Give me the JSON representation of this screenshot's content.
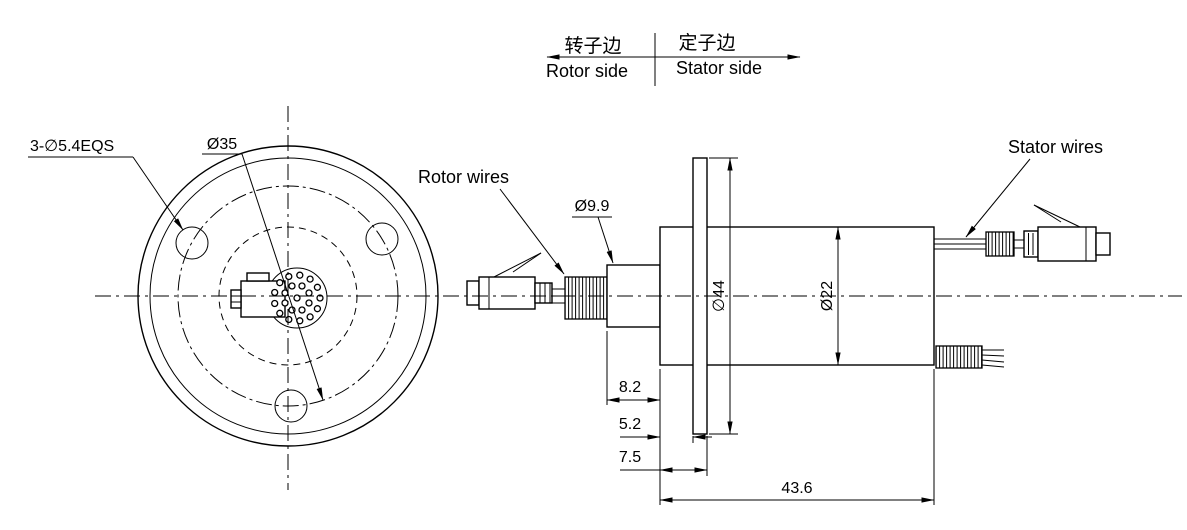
{
  "colors": {
    "line": "#000000",
    "background": "#ffffff"
  },
  "front_view": {
    "holes_label": "3-∅5.4EQS",
    "bolt_circle_diameter": "Ø35"
  },
  "orientation_header": {
    "rotor_cn": "转子边",
    "stator_cn": "定子边",
    "rotor_en": "Rotor side",
    "stator_en": "Stator side"
  },
  "labels": {
    "rotor_wires": "Rotor wires",
    "stator_wires": "Stator wires"
  },
  "dimensions": {
    "shaft_diameter": "Ø9.9",
    "flange_diameter": "∅44",
    "body_diameter": "Ø22",
    "shaft_stickout": "8.2",
    "flange_offset": "5.2",
    "flange_face": "7.5",
    "body_length": "43.6"
  }
}
